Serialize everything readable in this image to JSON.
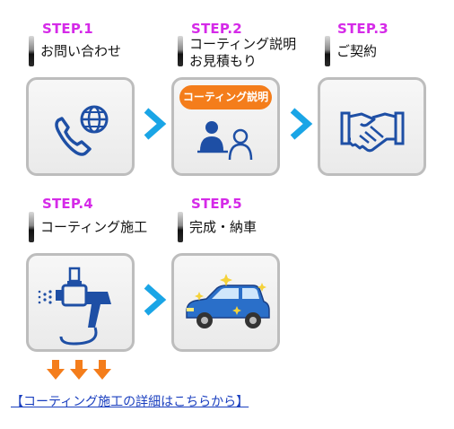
{
  "colors": {
    "step_label": "#d52ae8",
    "icon_blue": "#1e4fa5",
    "chevron": "#1aa5e6",
    "badge": "#f47d1b",
    "down_arrow": "#f47d1b",
    "link": "#1a3fbf"
  },
  "steps": [
    {
      "label": "STEP.1",
      "title": "お問い合わせ",
      "icon": "phone-globe-icon"
    },
    {
      "label": "STEP.2",
      "title": "コーティング説明\nお見積もり",
      "icon": "consultation-icon",
      "badge": "コーティング説明"
    },
    {
      "label": "STEP.3",
      "title": "ご契約",
      "icon": "handshake-icon"
    },
    {
      "label": "STEP.4",
      "title": "コーティング施工",
      "icon": "spray-gun-icon"
    },
    {
      "label": "STEP.5",
      "title": "完成・納車",
      "icon": "shiny-car-icon"
    }
  ],
  "link": {
    "text": "【コーティング施工の詳細はこちらから】"
  }
}
